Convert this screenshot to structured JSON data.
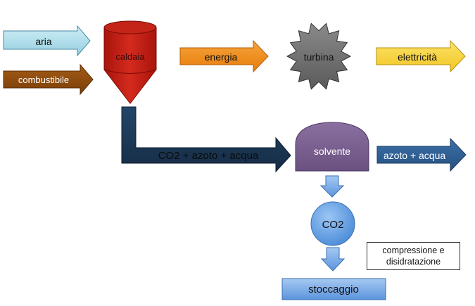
{
  "nodes": {
    "aria": "aria",
    "combustibile": "combustibile",
    "caldaia": "caldaia",
    "energia": "energia",
    "turbina": "turbina",
    "elettricita": "elettricità",
    "flue_gas": "CO2 + azoto + acqua",
    "solvente": "solvente",
    "azoto_acqua": "azoto + acqua",
    "co2": "CO2",
    "stoccaggio": "stoccaggio"
  },
  "note": {
    "line1": "compressione e",
    "line2": "disidratazione"
  },
  "colors": {
    "aria": "#a8d8e6",
    "combustibile": "#8b4a0c",
    "caldaia": "#bf1e14",
    "energia": "#ef8a16",
    "turbina": "#6e6e6e",
    "elettricita": "#f6d23a",
    "flue_gas": "#1c3857",
    "solvente": "#7a5f8c",
    "azoto_acqua": "#2f5f94",
    "co2": "#5d9ae0",
    "stoccaggio": "#6aa1e4"
  }
}
